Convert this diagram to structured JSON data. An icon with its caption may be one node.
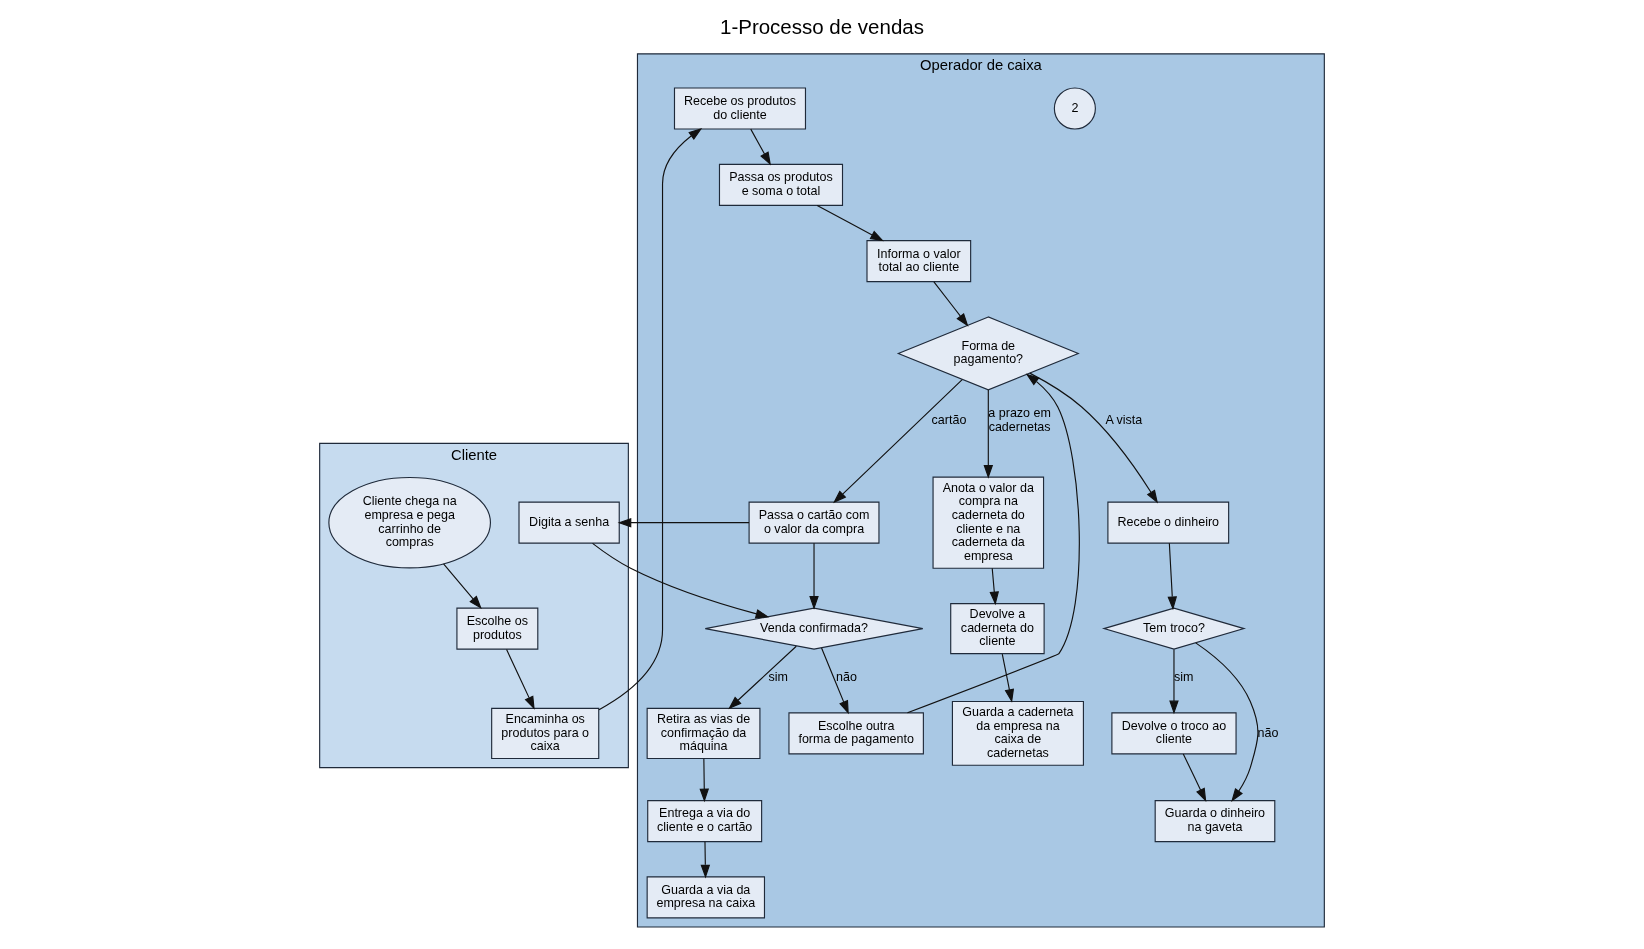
{
  "diagram": {
    "title": "1-Processo de vendas",
    "nodes": [
      {
        "text": [
          "Cliente"
        ]
      },
      {
        "text": [
          "Cliente chega na empresa e pega carrinho de compras"
        ],
        "in": 0
      },
      {
        "text": [
          "Escolhe os produtos"
        ],
        "in": 0
      },
      {
        "text": [
          "Encaminha os produtos para o caixa"
        ],
        "in": 0
      },
      {
        "text": [
          "Digita a senha"
        ],
        "in": 0
      },
      {
        "text": [
          "Operador de caixa"
        ]
      },
      {
        "text": [
          "2"
        ],
        "in": 5
      },
      {
        "text": [
          "Recebe os produtos do cliente"
        ],
        "in": 5
      },
      {
        "text": [
          "Passa os produtos e soma o total"
        ],
        "in": 5
      },
      {
        "text": [
          "Informa o valor total ao cliente"
        ],
        "in": 5
      },
      {
        "text": [
          "Forma de pagamento?"
        ],
        "in": 5
      },
      {
        "text": [
          "Anota o valor da compra na caderneta do cliente e na caderneta da empresa"
        ],
        "in": 5
      },
      {
        "text": [
          "Devolve a caderneta do cliente"
        ],
        "in": 5
      },
      {
        "text": [
          "Guarda a caderneta da empresa na caixa de cadernetas"
        ],
        "in": 5
      },
      {
        "text": [
          "Passa o cartão com o valor da compra"
        ],
        "in": 5
      },
      {
        "text": [
          "Venda confirmada?"
        ],
        "in": 5
      },
      {
        "text": [
          "Retira as vias de confirmação da máquina"
        ],
        "in": 5
      },
      {
        "text": [
          "Entrega a via do cliente e o cartão"
        ],
        "in": 5
      },
      {
        "text": [
          "Guarda a via da empresa na caixa"
        ],
        "in": 5
      },
      {
        "text": [
          "Escolhe outra forma de pagamento"
        ],
        "in": 5
      },
      {
        "text": [
          "Recebe o dinheiro"
        ],
        "in": 5
      },
      {
        "text": [
          "Tem troco?"
        ],
        "in": 5
      },
      {
        "text": [
          "Guarda o dinheiro na gaveta"
        ],
        "in": 5
      },
      {
        "text": [
          "Devolve o troco ao cliente"
        ],
        "in": 5
      }
    ],
    "edges": [
      {
        "from": 1,
        "to": 2,
        "arrow": "to"
      },
      {
        "from": 2,
        "to": 3,
        "arrow": "to"
      },
      {
        "from": 3,
        "to": 7,
        "arrow": "to"
      },
      {
        "from": 7,
        "to": 8,
        "arrow": "to"
      },
      {
        "from": 8,
        "to": 9,
        "arrow": "to"
      },
      {
        "from": 9,
        "to": 10,
        "arrow": "to"
      },
      {
        "from": 10,
        "to": 11,
        "arrow": "to",
        "label": "a prazo em cadernetas"
      },
      {
        "from": 10,
        "to": 14,
        "arrow": "to",
        "label": "cartão"
      },
      {
        "from": 10,
        "to": 20,
        "arrow": "to",
        "label": "A vista"
      },
      {
        "from": 11,
        "to": 12,
        "arrow": "to"
      },
      {
        "from": 12,
        "to": 13,
        "arrow": "to"
      },
      {
        "from": 14,
        "to": 4,
        "arrow": "to"
      },
      {
        "from": 4,
        "to": 15,
        "arrow": "to"
      },
      {
        "from": 14,
        "to": 15,
        "arrow": "to"
      },
      {
        "from": 15,
        "to": 16,
        "arrow": "to",
        "label": "sim"
      },
      {
        "from": 16,
        "to": 17,
        "arrow": "to"
      },
      {
        "from": 17,
        "to": 18,
        "arrow": "to"
      },
      {
        "from": 15,
        "to": 19,
        "arrow": "to",
        "label": "não"
      },
      {
        "from": 19,
        "to": 10,
        "arrow": "to"
      },
      {
        "from": 20,
        "to": 21,
        "arrow": "to"
      },
      {
        "from": 21,
        "to": 22,
        "arrow": "to",
        "label": "não"
      },
      {
        "from": 21,
        "to": 23,
        "arrow": "to",
        "label": "sim"
      },
      {
        "from": 23,
        "to": 22,
        "arrow": "to"
      }
    ]
  }
}
